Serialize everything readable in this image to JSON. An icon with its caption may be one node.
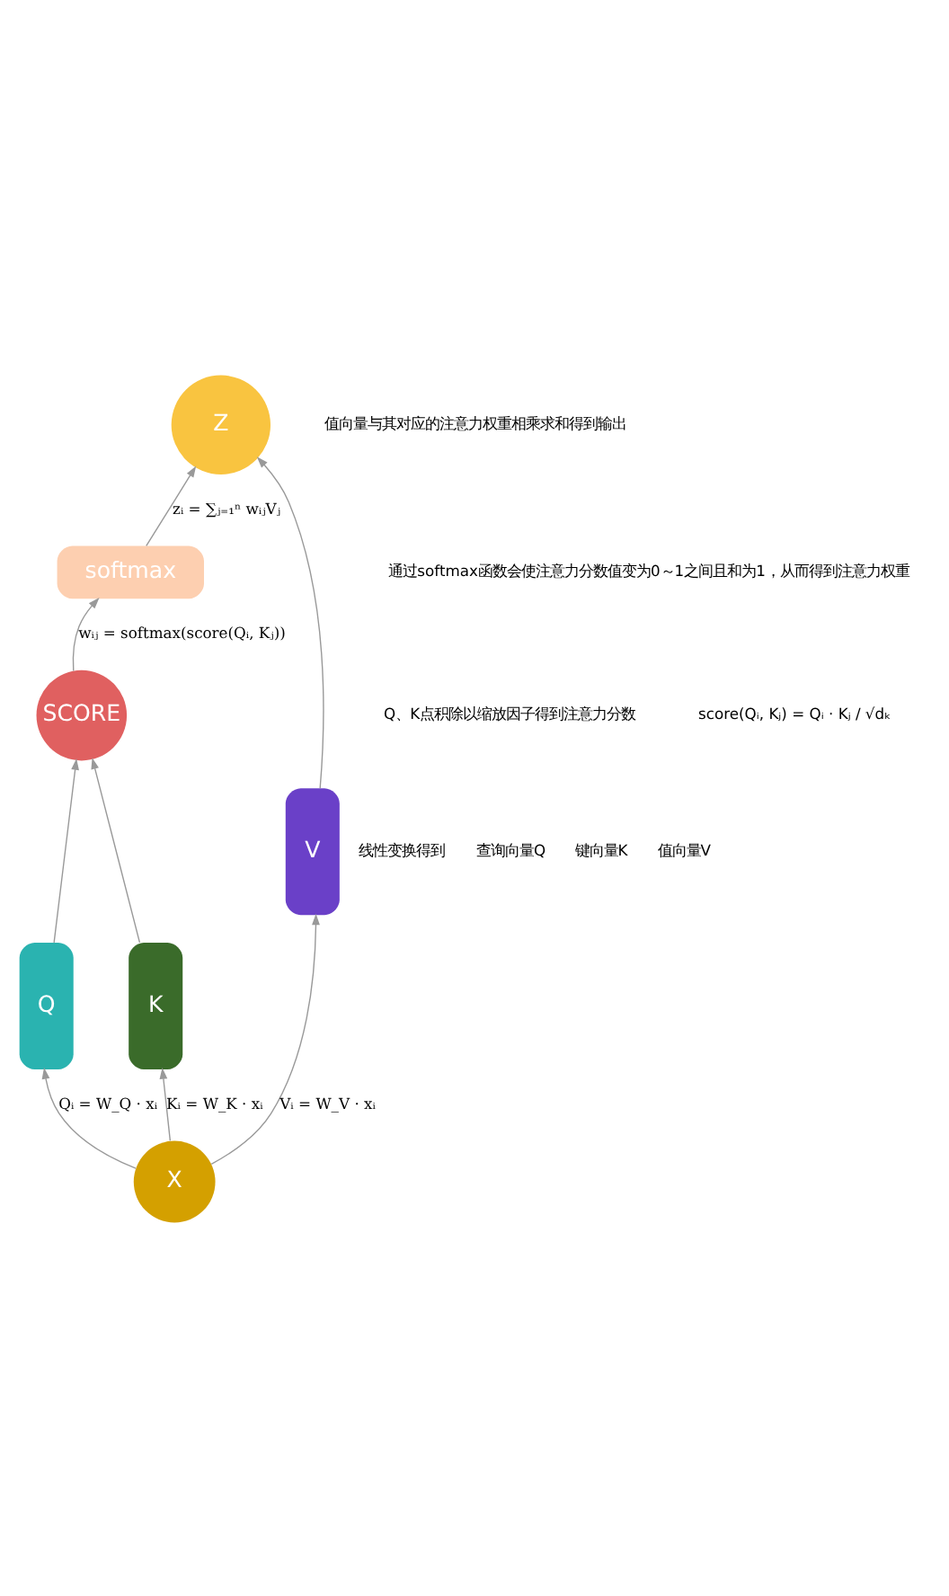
{
  "diagram": {
    "nodes": [
      {
        "text": [
          "Z"
        ]
      },
      {
        "text": [
          "softmax"
        ]
      },
      {
        "text": [
          "SCORE"
        ]
      },
      {
        "text": [
          "Q"
        ]
      },
      {
        "text": [
          "K"
        ]
      },
      {
        "text": [
          "V"
        ]
      },
      {
        "text": [
          "X"
        ]
      }
    ],
    "edges": [
      {
        "from": 6,
        "to": 3,
        "arrow": "to",
        "label": "Qᵢ = W_Q · xᵢ"
      },
      {
        "from": 6,
        "to": 4,
        "arrow": "to",
        "label": "Kᵢ = W_K · xᵢ"
      },
      {
        "from": 6,
        "to": 5,
        "arrow": "to",
        "label": "Vᵢ = W_V · xᵢ"
      },
      {
        "from": 3,
        "to": 2,
        "arrow": "to"
      },
      {
        "from": 4,
        "to": 2,
        "arrow": "to"
      },
      {
        "from": 5,
        "to": 0,
        "arrow": "to"
      },
      {
        "from": 2,
        "to": 1,
        "arrow": "to",
        "label": "wᵢⱼ = softmax(score(Qᵢ, Kⱼ))"
      },
      {
        "from": 1,
        "to": 0,
        "arrow": "to",
        "label": "zᵢ = ∑ⱼ₌₁ⁿ wᵢⱼVⱼ"
      }
    ],
    "labels": [
      "值向量与其对应的注意力权重相乘求和得到输出",
      "通过softmax函数会使注意力分数值变为0～1之间且和为1，从而得到注意力权重",
      "Q、K点积除以缩放因子得到注意力分数",
      "score(Qᵢ, Kⱼ) = Qᵢ · Kⱼ / √dₖ",
      "线性变换得到",
      "查询向量Q",
      "键向量K",
      "值向量V"
    ]
  }
}
